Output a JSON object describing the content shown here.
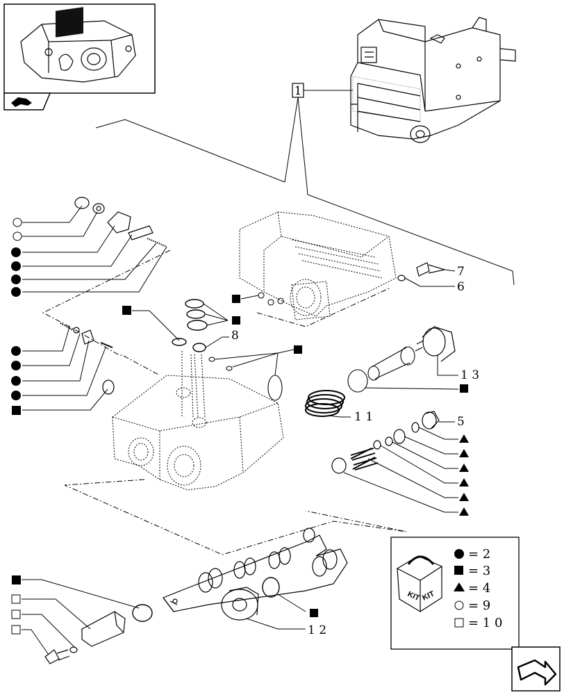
{
  "callout_box": "1",
  "part_numbers": {
    "p7": "7",
    "p6": "6",
    "p8": "8",
    "p13": "1 3",
    "p11": "1 1",
    "p5": "5",
    "p12": "1 2"
  },
  "kit_legend": {
    "kit_label_left": "KIT",
    "kit_label_right": "KIT",
    "rows": [
      {
        "symbol": "filled-circle",
        "text": "= 2"
      },
      {
        "symbol": "filled-square",
        "text": "= 3"
      },
      {
        "symbol": "filled-triangle",
        "text": "= 4"
      },
      {
        "symbol": "open-circle",
        "text": "= 9"
      },
      {
        "symbol": "open-square",
        "text": "= 1 0"
      }
    ]
  },
  "thumbnail_icon": "hand-pointer-icon",
  "nav_icon": "next-page-arrow-icon"
}
